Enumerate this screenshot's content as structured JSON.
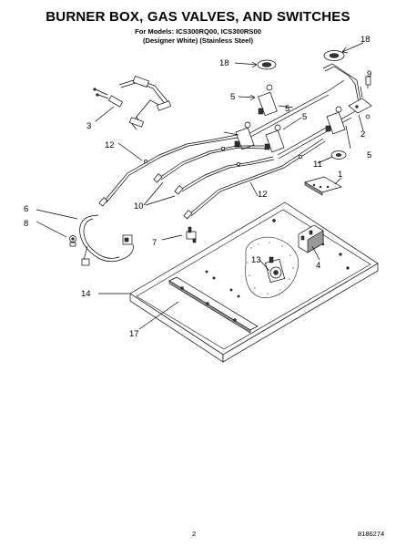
{
  "header": {
    "title": "BURNER BOX, GAS VALVES, AND SWITCHES",
    "models_line": "For Models: ICS300RQ00, ICS300RS00",
    "finish_line": "(Designer White) (Stainless Steel)"
  },
  "callouts": {
    "c1": "1",
    "c2": "2",
    "c3": "3",
    "c4": "4",
    "c5a": "5",
    "c5b": "5",
    "c5c": "5",
    "c5d": "5",
    "c6": "6",
    "c7": "7",
    "c8": "8",
    "c9": "9",
    "c10": "10",
    "c11": "11",
    "c12a": "12",
    "c12b": "12",
    "c13": "13",
    "c14": "14",
    "c17": "17",
    "c18a": "18",
    "c18b": "18"
  },
  "footer": {
    "page_number": "2",
    "document_number": "8186274"
  }
}
